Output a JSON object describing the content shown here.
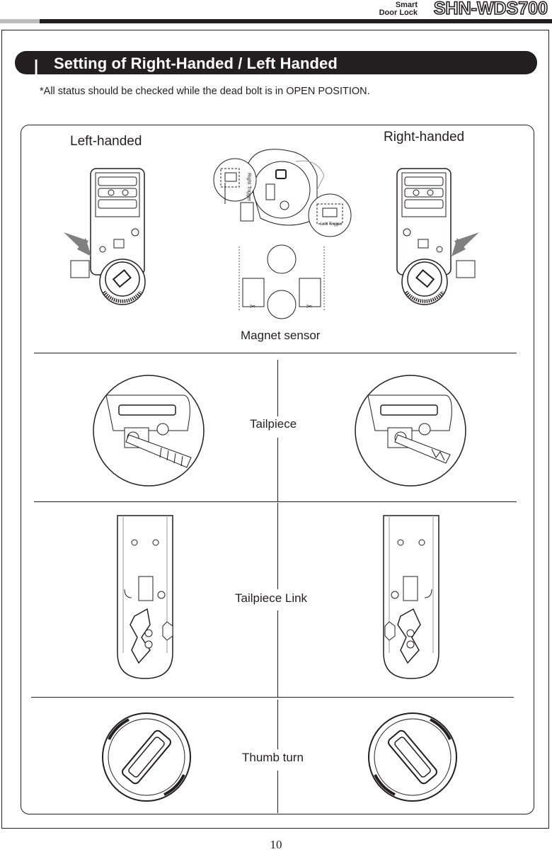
{
  "header": {
    "brand_line1": "Smart",
    "brand_line2": "Door Lock",
    "model": "SHN-WDS700"
  },
  "section": {
    "bar": "|",
    "title": "Setting of Right-Handed / Left Handed",
    "note": "*All status should be checked while the dead bolt is in OPEN POSITION."
  },
  "labels": {
    "left_handed": "Left-handed",
    "right_handed": "Right-handed",
    "magnet_sensor": "Magnet sensor",
    "right_trigger": "Right Trigger",
    "left_trigger": "Left Trigger",
    "tailpiece": "Tailpiece",
    "tailpiece_link": "Tailpiece Link",
    "thumb_turn": "Thumb turn"
  },
  "page_number": "10"
}
